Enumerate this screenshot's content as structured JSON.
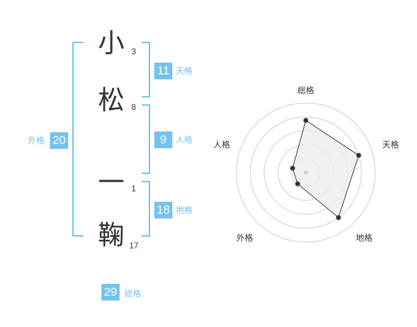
{
  "name_chars": [
    {
      "char": "小",
      "strokes": "3"
    },
    {
      "char": "松",
      "strokes": "8"
    },
    {
      "char": "一",
      "strokes": "1"
    },
    {
      "char": "鞠",
      "strokes": "17"
    }
  ],
  "fortunes": {
    "tenkaku": {
      "label": "天格",
      "value": "11"
    },
    "jinkaku": {
      "label": "人格",
      "value": "9"
    },
    "chikaku": {
      "label": "地格",
      "value": "18"
    },
    "gaikaku": {
      "label": "外格",
      "value": "20"
    },
    "soukaku": {
      "label": "総格",
      "value": "29"
    }
  },
  "colors": {
    "accent": "#74c2ee",
    "text": "#333333",
    "grid": "#cccccc",
    "fill": "#eeeeee"
  },
  "chart_data": {
    "type": "radar",
    "axes": [
      "総格",
      "天格",
      "地格",
      "外格",
      "人格"
    ],
    "values": [
      0.75,
      0.8,
      0.8,
      0.2,
      0.2
    ],
    "range": [
      0,
      1
    ],
    "rings": 5,
    "grid": true
  }
}
